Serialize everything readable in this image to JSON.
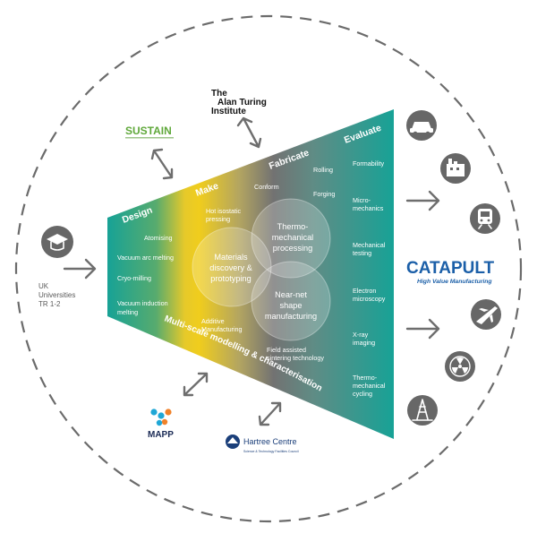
{
  "stages": {
    "design": "Design",
    "make": "Make",
    "fabricate": "Fabricate",
    "evaluate": "Evaluate"
  },
  "design_items": [
    "Atomising",
    "Vacuum arc melting",
    "Cryo-milling",
    "Vacuum induction",
    "melting"
  ],
  "make_items": [
    "Hot isostatic",
    "pressing",
    "Additive",
    "Manufacturing"
  ],
  "fabricate_items": [
    "Conform",
    "Rolling",
    "Forging",
    "Field assisted",
    "sintering technology"
  ],
  "evaluate_items": [
    "Formability",
    "Micro-",
    "mechanics",
    "Mechanical",
    "testing",
    "Electron",
    "microscopy",
    "X-ray",
    "imaging",
    "Thermo-",
    "mechanical",
    "cycling"
  ],
  "circles": {
    "materials": [
      "Materials",
      "discovery &",
      "prototyping"
    ],
    "thermo": [
      "Thermo-",
      "mechanical",
      "processing"
    ],
    "nearnet": [
      "Near-net",
      "shape",
      "manufacturing"
    ]
  },
  "curved_label": "Multi-scale modelling & characterisation",
  "uk_universities": [
    "UK",
    "Universities",
    "TR 1-2"
  ],
  "partners": {
    "turing": [
      "The",
      "Alan Turing",
      "Institute"
    ],
    "sustain": "SUSTAIN",
    "mapp": "MAPP",
    "hartree": "Hartree Centre",
    "hartree_sub": "Science & Technology Facilities Council",
    "catapult": "CATAPULT",
    "catapult_sub": "High Value Manufacturing"
  },
  "sector_icons": [
    "car-icon",
    "factory-icon",
    "train-icon",
    "plane-icon",
    "nuclear-icon",
    "oil-rig-icon"
  ],
  "colors": {
    "teal": "#17a296",
    "teal_light": "#2ab3a6",
    "yellow": "#f2cf18",
    "grey": "#6f6f6f",
    "green": "#5fa83a",
    "catapult_blue": "#1b5fa8",
    "mapp_blue": "#1fa7d6",
    "mapp_orange": "#f0822a"
  }
}
